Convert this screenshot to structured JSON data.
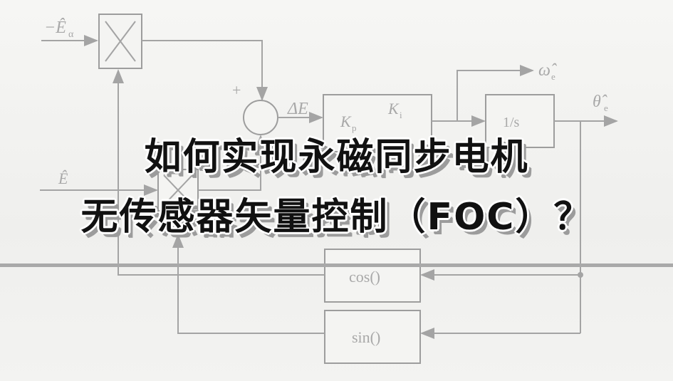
{
  "title": {
    "line1": "如何实现永磁同步电机",
    "line2": "无传感器矢量控制（FOC）？"
  },
  "diagram": {
    "input_label": "−Ê",
    "input_sub": "α",
    "plus_sign": "+",
    "delta_e": "ΔE",
    "gain_kp": "K",
    "gain_kp_sub": "p",
    "gain_ki": "K",
    "gain_ki_sub": "i",
    "integrator": "1/s",
    "omega_out": "ω̂",
    "omega_sub": "e",
    "theta_out": "θ̂",
    "theta_sub": "e",
    "ebeta_label": "Ê",
    "cos_block": "cos()",
    "sin_block": "sin()"
  },
  "colors": {
    "title_text": "#111111",
    "diagram_ink": "#a4a4a4",
    "background": "#f4f4f2"
  }
}
